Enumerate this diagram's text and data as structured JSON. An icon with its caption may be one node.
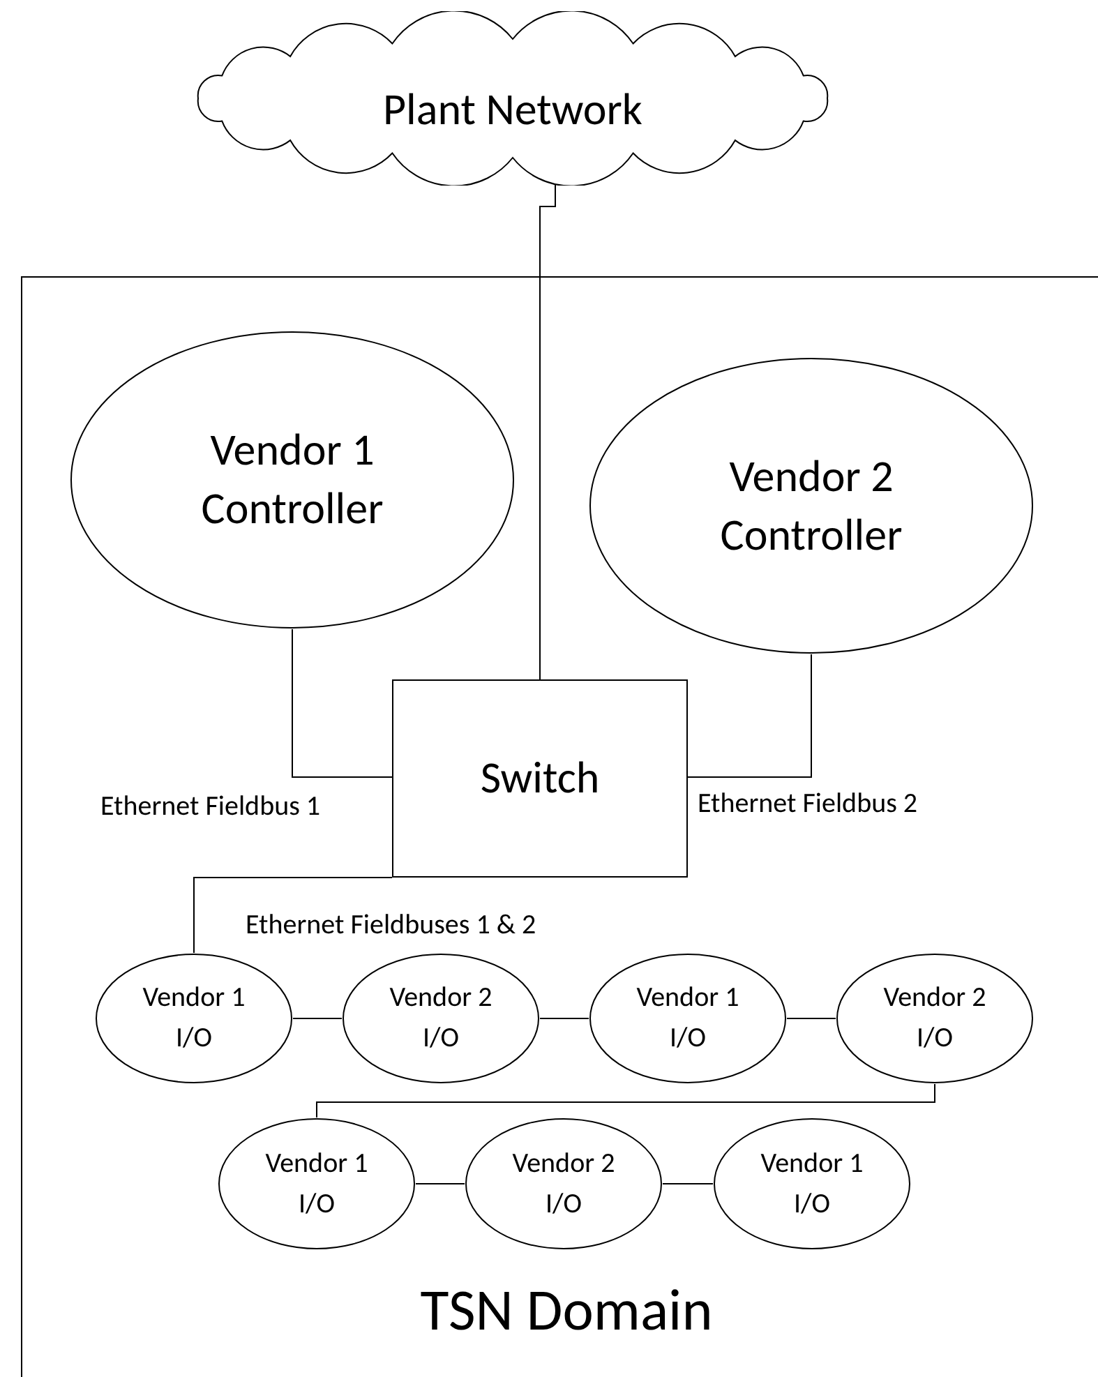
{
  "diagram": {
    "nodes": [
      {
        "text": [
          "Plant Network"
        ]
      },
      {
        "text": [
          "TSN Domain"
        ]
      },
      {
        "text": [
          "Vendor 1 Controller"
        ],
        "in": 1
      },
      {
        "text": [
          "Vendor 2 Controller"
        ],
        "in": 1
      },
      {
        "text": [
          "Switch"
        ],
        "in": 1
      },
      {
        "text": [
          "Vendor 1 I/O"
        ],
        "in": 1
      },
      {
        "text": [
          "Vendor 2 I/O"
        ],
        "in": 1
      },
      {
        "text": [
          "Vendor 1 I/O"
        ],
        "in": 1
      },
      {
        "text": [
          "Vendor 2 I/O"
        ],
        "in": 1
      },
      {
        "text": [
          "Vendor 1 I/O"
        ],
        "in": 1
      },
      {
        "text": [
          "Vendor 2 I/O"
        ],
        "in": 1
      },
      {
        "text": [
          "Vendor 1 I/O"
        ],
        "in": 1
      }
    ],
    "edges": [
      {
        "from": 0,
        "to": 4,
        "arrow": "none"
      },
      {
        "from": 2,
        "to": 4,
        "arrow": "none",
        "label": "Ethernet Fieldbus 1"
      },
      {
        "from": 3,
        "to": 4,
        "arrow": "none",
        "label": "Ethernet Fieldbus 2"
      },
      {
        "from": 4,
        "to": 5,
        "arrow": "none",
        "label": "Ethernet Fieldbuses 1 & 2"
      },
      {
        "from": 5,
        "to": 6,
        "arrow": "none"
      },
      {
        "from": 6,
        "to": 7,
        "arrow": "none"
      },
      {
        "from": 7,
        "to": 8,
        "arrow": "none"
      },
      {
        "from": 8,
        "to": 9,
        "arrow": "none"
      },
      {
        "from": 9,
        "to": 10,
        "arrow": "none"
      },
      {
        "from": 10,
        "to": 11,
        "arrow": "none"
      }
    ]
  }
}
